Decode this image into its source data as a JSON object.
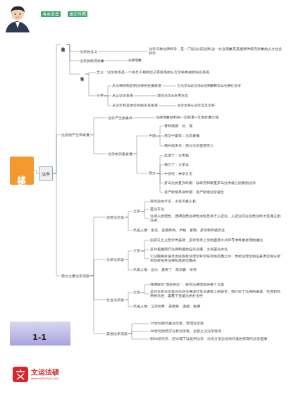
{
  "diagram": {
    "nodes": [
      {
        "text": [
          "绪论"
        ]
      },
      {
        "text": [
          "法学"
        ]
      },
      {
        "text": [
          "法学的概念"
        ]
      },
      {
        "text": [
          "法学的含义"
        ]
      },
      {
        "text": [
          "法学又称法律科学，是一门以法(或法律)这一社会现象及其规律为研究对象的人文社会科学"
        ]
      },
      {
        "text": [
          "法学的研究对象"
        ]
      },
      {
        "text": [
          "法律现象"
        ]
      },
      {
        "text": [
          "法学体系"
        ]
      },
      {
        "text": [
          "含义：法学体系是一个由互不相同但又有联系的分支学科构成的知识系统"
        ]
      },
      {
        "text": [
          "分类"
        ]
      },
      {
        "text": [
          "从法律的制定到法律的实施角度"
        ]
      },
      {
        "text": [
          "立法学&司法学&法律解释学&法律社会学"
        ]
      },
      {
        "text": [
          "从认识论角度"
        ]
      },
      {
        "text": [
          "理论法学&应用法学"
        ]
      },
      {
        "text": [
          "从法学和其他学科的关系角度"
        ]
      },
      {
        "text": [
          "法学本科&法学交叉学科"
        ]
      },
      {
        "text": [
          "法学的产生和发展"
        ]
      },
      {
        "text": [
          "法学产生的条件"
        ]
      },
      {
        "text": [
          "法律现象材料的一定积累+学者阶层出现"
        ]
      },
      {
        "text": [
          "法学的历史发展"
        ]
      },
      {
        "text": [
          "中国"
        ]
      },
      {
        "text": [
          "春秋战国：法、儒"
        ]
      },
      {
        "text": [
          "西汉中期后：法学衰微"
        ]
      },
      {
        "text": [
          "鸦片战争后：西方法学思想传入"
        ]
      },
      {
        "text": [
          "西方"
        ]
      },
      {
        "text": [
          "起源于：古希腊"
        ]
      },
      {
        "text": [
          "独立于：古罗马"
        ]
      },
      {
        "text": [
          "中世纪：神学分支"
        ]
      },
      {
        "text": [
          "罗马法的复兴时期：以研究和恢复罗马法为核心的新的法学"
        ]
      },
      {
        "text": [
          "资产阶级革命时期：资产阶级法学诞生"
        ]
      },
      {
        "text": [
          "西方主要法学流派"
        ]
      },
      {
        "text": [
          "自然法学派"
        ]
      },
      {
        "text": [
          "主张"
        ]
      },
      {
        "text": [
          "崇尚自由平等，主张天赋人权"
        ]
      },
      {
        "text": [
          "恶法非法"
        ]
      },
      {
        "text": [
          "法律人的理性，强调自然法律性永恒且高于人定法，人定法符合自然法时才是真正的法律。"
        ]
      },
      {
        "text": [
          "代表人物：洛克、孟德斯鸠、卢梭、富勒、罗尔斯和德沃金"
        ]
      },
      {
        "text": [
          "分析法学派"
        ]
      },
      {
        "text": [
          "主张"
        ]
      },
      {
        "text": [
          "以实证主义哲学为基础，反对形而上学的思辨方式和寻求终极原理的做法"
        ]
      },
      {
        "text": [
          "反对超越现行法律制度的任何企图，主张恶法亦法"
        ]
      },
      {
        "text": [
          "它试图将价值考虑排除在法理学科学研究的范围之外，并把法理学的任务界定在分析和剖析实在法律制度的范围内"
        ]
      },
      {
        "text": [
          "代表人物：边沁、奥斯丁、凯尔森、哈特"
        ]
      },
      {
        "text": [
          "社会法学派"
        ]
      },
      {
        "text": [
          "主张"
        ]
      },
      {
        "text": [
          "强调研究“现实的法”，研究法律现实的各个方面"
        ]
      },
      {
        "text": [
          "反对分析法学派仅仅对法律进行形式逻辑上的研究，他们对于法律的来源、性质和作用的论述，着重于宣扬法的社会性"
        ]
      },
      {
        "text": [
          "代表人物：艾尔利希、霍姆斯、庞德、狄骥"
        ]
      },
      {
        "text": [
          "其他法学流派"
        ]
      },
      {
        "text": [
          "19世纪的历史法学派、哲理法学派"
        ]
      },
      {
        "text": [
          "20世纪的经济分析法学派、女权主义法学派等"
        ]
      },
      {
        "text": [
          "到20世纪末，还出现了以批判法学、法与文学运动为代表的后现代法学思潮"
        ]
      }
    ],
    "edges": [
      {
        "from": 0,
        "to": 1,
        "arrow": "none"
      },
      {
        "from": 1,
        "to": 2,
        "arrow": "none"
      },
      {
        "from": 2,
        "to": 3,
        "arrow": "none"
      },
      {
        "from": 3,
        "to": 4,
        "arrow": "none"
      },
      {
        "from": 2,
        "to": 5,
        "arrow": "none"
      },
      {
        "from": 5,
        "to": 6,
        "arrow": "none"
      },
      {
        "from": 2,
        "to": 7,
        "arrow": "none"
      },
      {
        "from": 7,
        "to": 8,
        "arrow": "none"
      },
      {
        "from": 7,
        "to": 9,
        "arrow": "none"
      },
      {
        "from": 9,
        "to": 10,
        "arrow": "none"
      },
      {
        "from": 10,
        "to": 11,
        "arrow": "none"
      },
      {
        "from": 9,
        "to": 12,
        "arrow": "none"
      },
      {
        "from": 12,
        "to": 13,
        "arrow": "none"
      },
      {
        "from": 9,
        "to": 14,
        "arrow": "none"
      },
      {
        "from": 14,
        "to": 15,
        "arrow": "none"
      },
      {
        "from": 1,
        "to": 16,
        "arrow": "none"
      },
      {
        "from": 16,
        "to": 17,
        "arrow": "none"
      },
      {
        "from": 17,
        "to": 18,
        "arrow": "none"
      },
      {
        "from": 16,
        "to": 19,
        "arrow": "none"
      },
      {
        "from": 19,
        "to": 20,
        "arrow": "none"
      },
      {
        "from": 20,
        "to": 21,
        "arrow": "none"
      },
      {
        "from": 20,
        "to": 22,
        "arrow": "none"
      },
      {
        "from": 20,
        "to": 23,
        "arrow": "none"
      },
      {
        "from": 19,
        "to": 24,
        "arrow": "none"
      },
      {
        "from": 24,
        "to": 25,
        "arrow": "none"
      },
      {
        "from": 24,
        "to": 26,
        "arrow": "none"
      },
      {
        "from": 24,
        "to": 27,
        "arrow": "none"
      },
      {
        "from": 24,
        "to": 28,
        "arrow": "none"
      },
      {
        "from": 24,
        "to": 29,
        "arrow": "none"
      },
      {
        "from": 1,
        "to": 30,
        "arrow": "none"
      },
      {
        "from": 30,
        "to": 31,
        "arrow": "none"
      },
      {
        "from": 31,
        "to": 32,
        "arrow": "none"
      },
      {
        "from": 32,
        "to": 33,
        "arrow": "none"
      },
      {
        "from": 32,
        "to": 34,
        "arrow": "none"
      },
      {
        "from": 32,
        "to": 35,
        "arrow": "none"
      },
      {
        "from": 31,
        "to": 36,
        "arrow": "none"
      },
      {
        "from": 30,
        "to": 37,
        "arrow": "none"
      },
      {
        "from": 37,
        "to": 38,
        "arrow": "none"
      },
      {
        "from": 38,
        "to": 39,
        "arrow": "none"
      },
      {
        "from": 38,
        "to": 40,
        "arrow": "none"
      },
      {
        "from": 38,
        "to": 41,
        "arrow": "none"
      },
      {
        "from": 37,
        "to": 42,
        "arrow": "none"
      },
      {
        "from": 30,
        "to": 43,
        "arrow": "none"
      },
      {
        "from": 43,
        "to": 44,
        "arrow": "none"
      },
      {
        "from": 44,
        "to": 45,
        "arrow": "none"
      },
      {
        "from": 44,
        "to": 46,
        "arrow": "none"
      },
      {
        "from": 43,
        "to": 47,
        "arrow": "none"
      },
      {
        "from": 30,
        "to": 48,
        "arrow": "none"
      },
      {
        "from": 48,
        "to": 49,
        "arrow": "none"
      },
      {
        "from": 48,
        "to": 50,
        "arrow": "none"
      },
      {
        "from": 48,
        "to": 51,
        "arrow": "none"
      }
    ],
    "labels": [
      "考点复盘",
      "速记导图",
      "1-1",
      "文运法硕",
      "www.wyfashuo.com"
    ]
  }
}
